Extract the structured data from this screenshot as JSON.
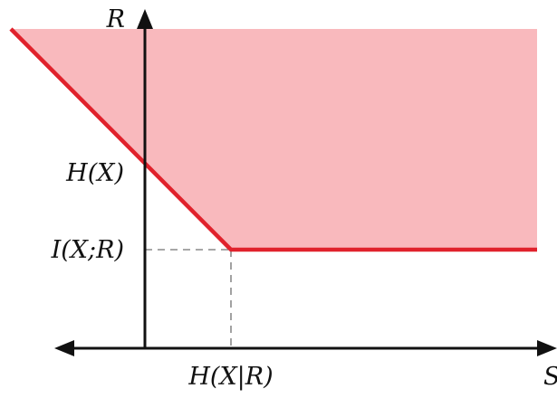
{
  "axes": {
    "vertical_label": "R",
    "horizontal_label": "S"
  },
  "markers": {
    "h_x": "H(X)",
    "i_x_r": "I(X;R)",
    "h_x_given_r": "H(X|R)"
  },
  "colors": {
    "region_fill": "#f9b9bd",
    "boundary": "#e0222c",
    "axis": "#111111",
    "guide": "#8a8a8a",
    "background": "#ffffff"
  }
}
